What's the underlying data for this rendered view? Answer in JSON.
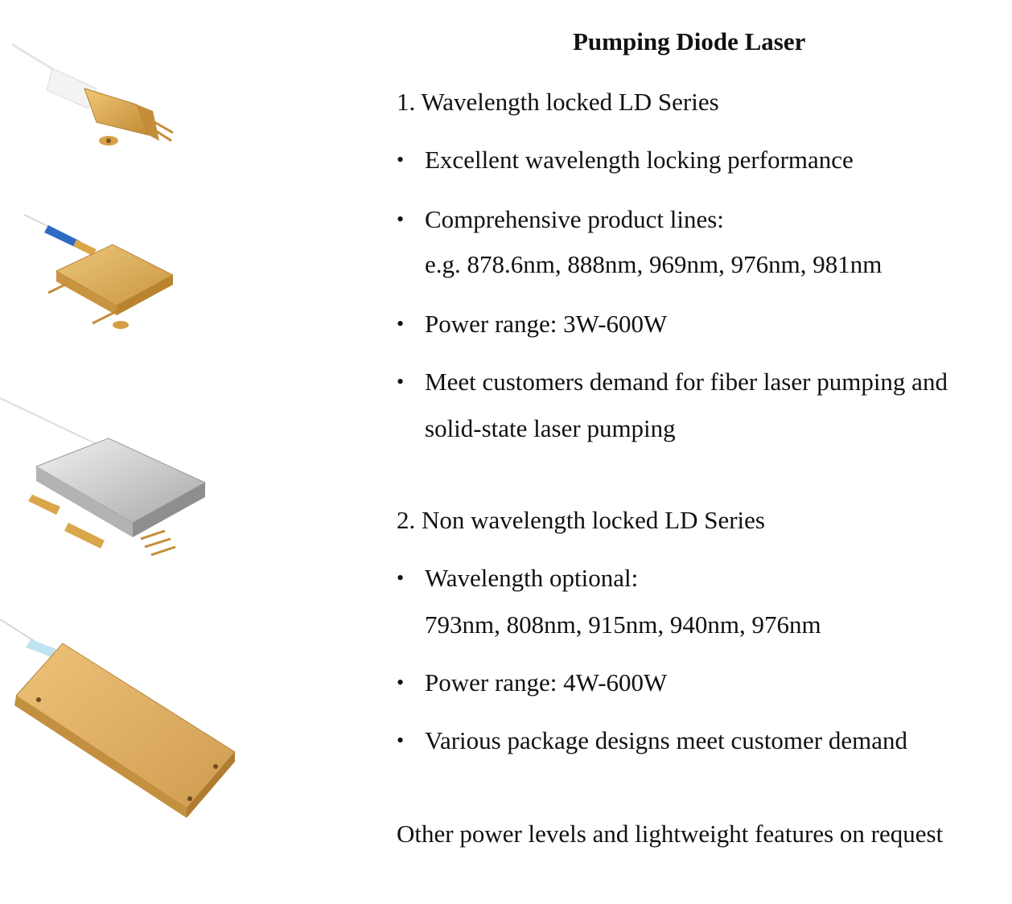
{
  "title": "Pumping Diode Laser",
  "section1": {
    "heading": "1. Wavelength locked LD Series",
    "bullets": [
      "Excellent wavelength locking  performance",
      "Comprehensive product lines:",
      "Power range: 3W-600W",
      "Meet customers demand for fiber laser pumping and"
    ],
    "continuations": [
      "e.g.  878.6nm, 888nm, 969nm, 976nm, 981nm",
      "solid-state laser pumping"
    ]
  },
  "section2": {
    "heading": "2. Non wavelength locked LD Series",
    "bullets": [
      "Wavelength optional:",
      "Power range: 4W-600W",
      "Various package designs meet customer demand"
    ],
    "continuations": [
      "793nm, 808nm, 915nm, 940nm, 976nm"
    ]
  },
  "footer": "Other power levels and lightweight features on request",
  "bullet_glyph": "•",
  "colors": {
    "gold": "#d9a74a",
    "gold_dark": "#a8782a",
    "silver": "#c9c9c9"
  }
}
